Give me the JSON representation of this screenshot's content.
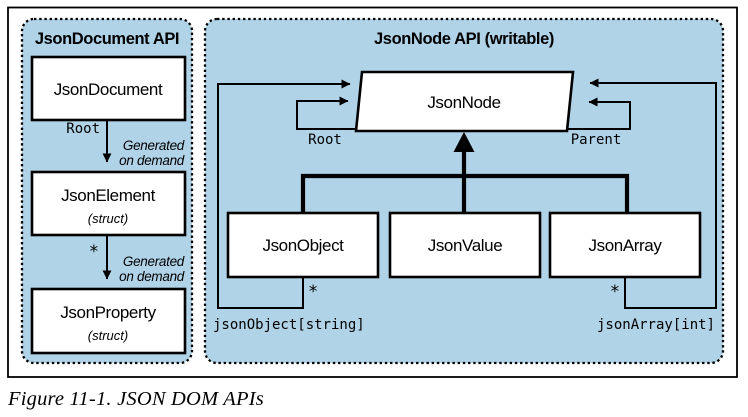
{
  "caption": "Figure 11-1. JSON DOM APIs",
  "colors": {
    "panel_fill": "#b1d3e8",
    "box_fill": "#ffffff",
    "line": "#000000"
  },
  "left_panel": {
    "title": "JsonDocument API",
    "box_document": "JsonDocument",
    "box_element": "JsonElement",
    "box_element_sub": "(struct)",
    "box_property": "JsonProperty",
    "box_property_sub": "(struct)",
    "root_label": "Root",
    "star_label": "*",
    "generated_line1": "Generated",
    "generated_line2": "on demand"
  },
  "right_panel": {
    "title": "JsonNode API (writable)",
    "node_label": "JsonNode",
    "root_label": "Root",
    "parent_label": "Parent",
    "box_object": "JsonObject",
    "box_value": "JsonValue",
    "box_array": "JsonArray",
    "star_object": "*",
    "star_array": "*",
    "indexer_object": "jsonObject[string]",
    "indexer_array": "jsonArray[int]"
  }
}
